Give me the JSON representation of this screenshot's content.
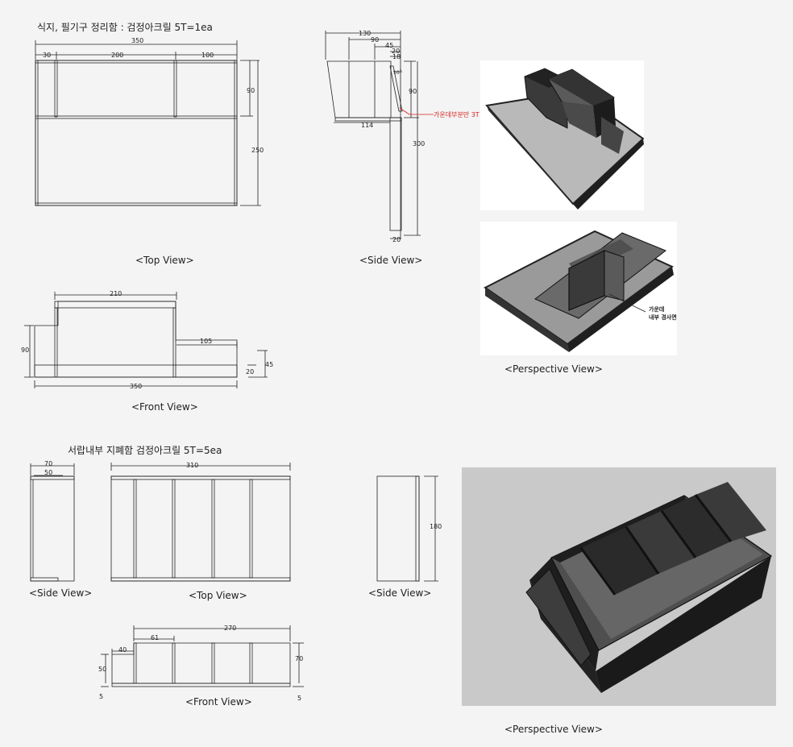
{
  "section1": {
    "title": "식지, 필기구 정리함 : 검정아크릴 5T=1ea",
    "top_view": {
      "caption": "<Top View>",
      "dims": {
        "total": "350",
        "a": "30",
        "b": "200",
        "c": "100",
        "h1": "90",
        "h2": "250"
      }
    },
    "side_view": {
      "caption": "<Side View>",
      "dims": {
        "w130": "130",
        "w90": "90",
        "w45": "45",
        "w20": "20",
        "w18": "18",
        "ang": "10˚",
        "h90": "90",
        "w114": "114",
        "h300": "300",
        "b20": "20"
      },
      "note": "가운데부분만 3T"
    },
    "front_view": {
      "caption": "<Front View>",
      "dims": {
        "w210": "210",
        "w105": "105",
        "h90": "90",
        "h45": "45",
        "h20": "20",
        "w350": "350"
      }
    },
    "perspective": {
      "caption": "<Perspective View>",
      "note_line1": "가운데",
      "note_line2": "내부 경사면부착"
    }
  },
  "section2": {
    "title": "서랍내부 지폐함 검정아크릴 5T=5ea",
    "side_view_left": {
      "caption": "<Side View>",
      "dims": {
        "w70": "70",
        "w50": "50"
      }
    },
    "top_view": {
      "caption": "<Top View>",
      "dims": {
        "w310": "310"
      }
    },
    "side_view_right": {
      "caption": "<Side View>",
      "dims": {
        "h180": "180"
      }
    },
    "front_view": {
      "caption": "<Front View>",
      "dims": {
        "w270": "270",
        "w61": "61",
        "w40": "40",
        "h50": "50",
        "h70": "70",
        "l5": "5",
        "r5": "5"
      }
    },
    "perspective": {
      "caption": "<Perspective View>"
    }
  },
  "colors": {
    "background": "#f4f4f4",
    "acrylic_dark": "#3a3a3a",
    "note_red": "#d81e1e",
    "render_bg": "#c9c9c9"
  }
}
